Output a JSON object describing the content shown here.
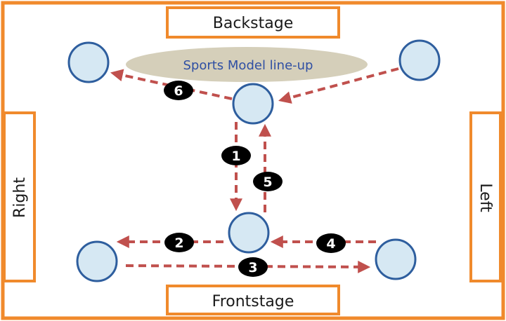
{
  "labels": {
    "backstage": "Backstage",
    "frontstage": "Frontstage",
    "right": "Right",
    "left": "Left",
    "lineup": "Sports Model line-up"
  },
  "steps": [
    "1",
    "2",
    "3",
    "4",
    "5",
    "6"
  ],
  "colors": {
    "border": "#f08a2c",
    "node_fill": "#d6e8f3",
    "node_stroke": "#2e5e9e",
    "arrow": "#c0504d",
    "lineup_fill": "#d5cfba",
    "badge": "#000000"
  }
}
